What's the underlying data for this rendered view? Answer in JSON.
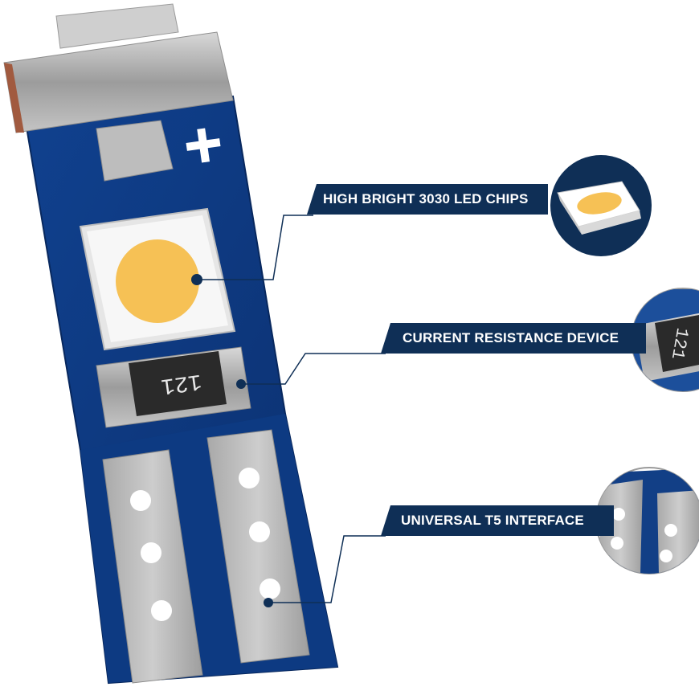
{
  "callouts": [
    {
      "label": "HIGH BRIGHT 3030 LED CHIPS"
    },
    {
      "label": "CURRENT RESISTANCE DEVICE"
    },
    {
      "label": "UNIVERSAL T5 INTERFACE"
    }
  ],
  "resistor_marking": "121",
  "colors": {
    "navy": "#0f2f56",
    "pcb_blue": "#0e3f8c",
    "led_yellow": "#f6c155",
    "metal": "#b9b9b9",
    "white": "#ffffff"
  },
  "icons": [
    "plus-sign-icon"
  ]
}
